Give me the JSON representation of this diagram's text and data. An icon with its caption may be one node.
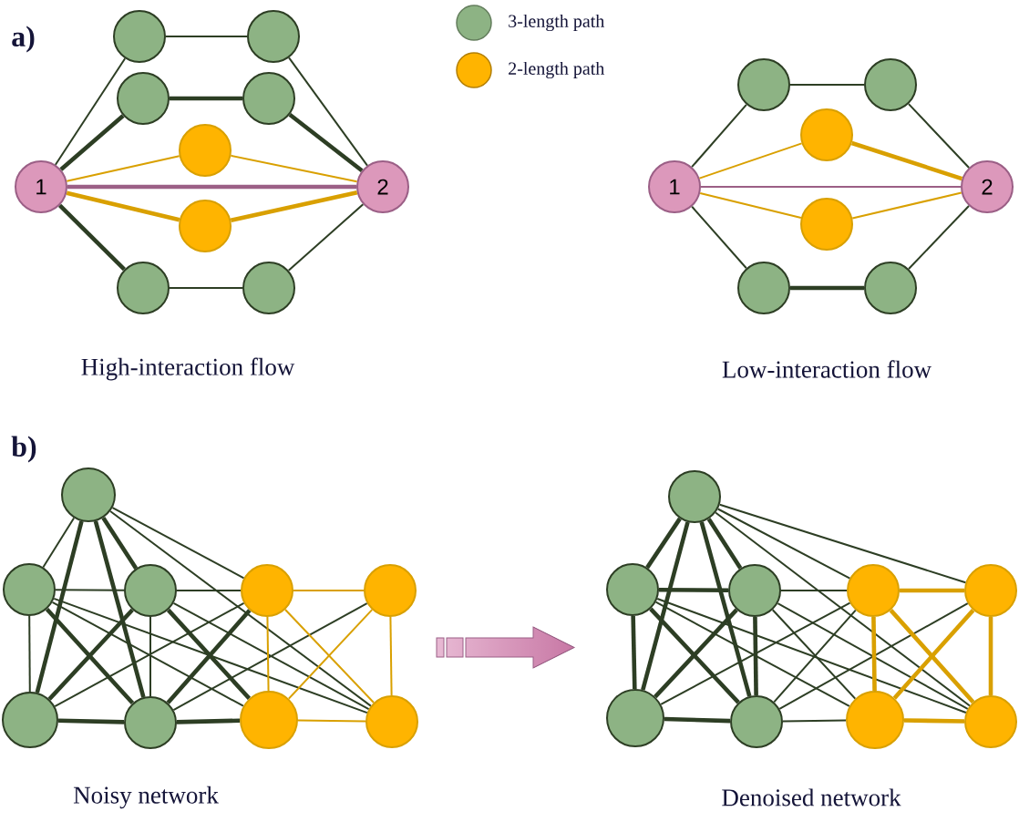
{
  "diagram": {
    "nodes": [
      {
        "text": [],
        "shape": "circle"
      },
      {
        "text": [],
        "shape": "circle"
      },
      {
        "text": [],
        "shape": "circle"
      },
      {
        "text": [],
        "shape": "circle"
      },
      {
        "text": [],
        "shape": "circle"
      },
      {
        "text": [
          "1"
        ]
      },
      {
        "text": [
          "2"
        ]
      },
      {
        "text": [],
        "shape": "circle"
      },
      {
        "text": [],
        "shape": "circle"
      },
      {
        "text": [],
        "shape": "circle"
      },
      {
        "text": [],
        "shape": "circle"
      },
      {
        "text": [],
        "shape": "circle"
      },
      {
        "text": [],
        "shape": "circle"
      },
      {
        "text": [
          "1"
        ]
      },
      {
        "text": [
          "2"
        ]
      },
      {
        "text": [],
        "shape": "circle"
      },
      {
        "text": [],
        "shape": "circle"
      },
      {
        "text": [],
        "shape": "circle"
      },
      {
        "text": [],
        "shape": "circle"
      },
      {
        "text": [],
        "shape": "circle"
      },
      {
        "text": [],
        "shape": "circle"
      },
      {
        "text": [],
        "shape": "circle"
      },
      {
        "text": [],
        "shape": "circle"
      },
      {
        "text": [],
        "shape": "circle"
      },
      {
        "text": [],
        "shape": "circle"
      },
      {
        "text": [],
        "shape": "circle"
      },
      {
        "text": [],
        "shape": "circle"
      },
      {
        "text": [],
        "shape": "circle"
      },
      {
        "text": [],
        "shape": "circle"
      },
      {
        "text": [],
        "shape": "circle"
      },
      {
        "text": [],
        "shape": "circle"
      },
      {
        "text": [],
        "shape": "circle"
      },
      {
        "text": [],
        "shape": "circle"
      },
      {
        "text": [],
        "shape": "circle"
      },
      {
        "text": [],
        "shape": "circle"
      },
      {
        "text": [],
        "shape": "circle"
      }
    ],
    "edges": [
      {
        "from": 5,
        "to": 0,
        "arrow": "none"
      },
      {
        "from": 0,
        "to": 1,
        "arrow": "none"
      },
      {
        "from": 1,
        "to": 6,
        "arrow": "none"
      },
      {
        "from": 5,
        "to": 2,
        "arrow": "none",
        "style": "thick"
      },
      {
        "from": 2,
        "to": 3,
        "arrow": "none",
        "style": "thick"
      },
      {
        "from": 3,
        "to": 6,
        "arrow": "none",
        "style": "thick"
      },
      {
        "from": 5,
        "to": 4,
        "arrow": "none",
        "color": "#d9a000"
      },
      {
        "from": 4,
        "to": 6,
        "arrow": "none",
        "color": "#d9a000"
      },
      {
        "from": 5,
        "to": 7,
        "arrow": "none",
        "style": "thick",
        "color": "#d9a000"
      },
      {
        "from": 7,
        "to": 6,
        "arrow": "none",
        "style": "thick",
        "color": "#d9a000"
      },
      {
        "from": 5,
        "to": 8,
        "arrow": "none",
        "style": "thick"
      },
      {
        "from": 8,
        "to": 9,
        "arrow": "none"
      },
      {
        "from": 9,
        "to": 6,
        "arrow": "none"
      },
      {
        "from": 5,
        "to": 6,
        "arrow": "none",
        "style": "thick",
        "color": "#9b5f86"
      },
      {
        "from": 13,
        "to": 10,
        "arrow": "none"
      },
      {
        "from": 10,
        "to": 11,
        "arrow": "none"
      },
      {
        "from": 11,
        "to": 14,
        "arrow": "none"
      },
      {
        "from": 13,
        "to": 12,
        "arrow": "none",
        "color": "#d9a000"
      },
      {
        "from": 12,
        "to": 14,
        "arrow": "none",
        "style": "thick",
        "color": "#d9a000"
      },
      {
        "from": 13,
        "to": 15,
        "arrow": "none",
        "color": "#d9a000"
      },
      {
        "from": 15,
        "to": 14,
        "arrow": "none",
        "color": "#d9a000"
      },
      {
        "from": 13,
        "to": 16,
        "arrow": "none"
      },
      {
        "from": 16,
        "to": 17,
        "arrow": "none",
        "style": "thick"
      },
      {
        "from": 17,
        "to": 14,
        "arrow": "none"
      },
      {
        "from": 13,
        "to": 14,
        "arrow": "none",
        "color": "#9b5f86"
      },
      {
        "from": 18,
        "to": 19,
        "arrow": "none"
      },
      {
        "from": 18,
        "to": 23,
        "arrow": "none",
        "style": "thick"
      },
      {
        "from": 18,
        "to": 24,
        "arrow": "none",
        "style": "thick"
      },
      {
        "from": 18,
        "to": 20,
        "arrow": "none",
        "style": "thick"
      },
      {
        "from": 18,
        "to": 21,
        "arrow": "none"
      },
      {
        "from": 18,
        "to": 26,
        "arrow": "none"
      },
      {
        "from": 19,
        "to": 20,
        "arrow": "none"
      },
      {
        "from": 19,
        "to": 23,
        "arrow": "none"
      },
      {
        "from": 19,
        "to": 24,
        "arrow": "none",
        "style": "thick"
      },
      {
        "from": 19,
        "to": 25,
        "arrow": "none"
      },
      {
        "from": 19,
        "to": 26,
        "arrow": "none"
      },
      {
        "from": 20,
        "to": 23,
        "arrow": "none",
        "style": "thick"
      },
      {
        "from": 20,
        "to": 24,
        "arrow": "none"
      },
      {
        "from": 20,
        "to": 21,
        "arrow": "none"
      },
      {
        "from": 20,
        "to": 25,
        "arrow": "none",
        "style": "thick"
      },
      {
        "from": 20,
        "to": 26,
        "arrow": "none"
      },
      {
        "from": 23,
        "to": 24,
        "arrow": "none",
        "style": "thick"
      },
      {
        "from": 23,
        "to": 21,
        "arrow": "none"
      },
      {
        "from": 24,
        "to": 21,
        "arrow": "none",
        "style": "thick"
      },
      {
        "from": 24,
        "to": 22,
        "arrow": "none"
      },
      {
        "from": 24,
        "to": 25,
        "arrow": "none",
        "style": "thick"
      },
      {
        "from": 21,
        "to": 22,
        "arrow": "none",
        "color": "#d9a000"
      },
      {
        "from": 21,
        "to": 25,
        "arrow": "none",
        "color": "#d9a000"
      },
      {
        "from": 21,
        "to": 26,
        "arrow": "none",
        "color": "#d9a000"
      },
      {
        "from": 22,
        "to": 25,
        "arrow": "none",
        "color": "#d9a000"
      },
      {
        "from": 22,
        "to": 26,
        "arrow": "none",
        "color": "#d9a000"
      },
      {
        "from": 25,
        "to": 26,
        "arrow": "none",
        "color": "#d9a000"
      },
      {
        "from": 27,
        "to": 28,
        "arrow": "none",
        "style": "thick"
      },
      {
        "from": 27,
        "to": 32,
        "arrow": "none",
        "style": "thick"
      },
      {
        "from": 27,
        "to": 33,
        "arrow": "none",
        "style": "thick"
      },
      {
        "from": 27,
        "to": 29,
        "arrow": "none",
        "style": "thick"
      },
      {
        "from": 27,
        "to": 30,
        "arrow": "none"
      },
      {
        "from": 27,
        "to": 31,
        "arrow": "none"
      },
      {
        "from": 27,
        "to": 35,
        "arrow": "none"
      },
      {
        "from": 28,
        "to": 29,
        "arrow": "none",
        "style": "thick"
      },
      {
        "from": 28,
        "to": 32,
        "arrow": "none",
        "style": "thick"
      },
      {
        "from": 28,
        "to": 33,
        "arrow": "none",
        "style": "thick"
      },
      {
        "from": 28,
        "to": 34,
        "arrow": "none"
      },
      {
        "from": 28,
        "to": 35,
        "arrow": "none"
      },
      {
        "from": 29,
        "to": 32,
        "arrow": "none",
        "style": "thick"
      },
      {
        "from": 29,
        "to": 33,
        "arrow": "none",
        "style": "thick"
      },
      {
        "from": 29,
        "to": 30,
        "arrow": "none"
      },
      {
        "from": 29,
        "to": 34,
        "arrow": "none"
      },
      {
        "from": 29,
        "to": 35,
        "arrow": "none"
      },
      {
        "from": 32,
        "to": 33,
        "arrow": "none",
        "style": "thick"
      },
      {
        "from": 32,
        "to": 30,
        "arrow": "none"
      },
      {
        "from": 33,
        "to": 30,
        "arrow": "none"
      },
      {
        "from": 33,
        "to": 31,
        "arrow": "none"
      },
      {
        "from": 33,
        "to": 34,
        "arrow": "none"
      },
      {
        "from": 30,
        "to": 31,
        "arrow": "none",
        "style": "thick",
        "color": "#d9a000"
      },
      {
        "from": 30,
        "to": 34,
        "arrow": "none",
        "style": "thick",
        "color": "#d9a000"
      },
      {
        "from": 30,
        "to": 35,
        "arrow": "none",
        "style": "thick",
        "color": "#d9a000"
      },
      {
        "from": 31,
        "to": 34,
        "arrow": "none",
        "style": "thick",
        "color": "#d9a000"
      },
      {
        "from": 31,
        "to": 35,
        "arrow": "none",
        "style": "thick",
        "color": "#d9a000"
      },
      {
        "from": 34,
        "to": 35,
        "arrow": "none",
        "style": "thick",
        "color": "#d9a000"
      }
    ],
    "labels": [
      "a)",
      "High-interaction flow",
      "Low-interaction flow",
      "b)",
      "Noisy network",
      "Denoised network"
    ],
    "legend": [
      {
        "text": "3-length path",
        "color": "#8db384"
      },
      {
        "text": "2-length path",
        "color": "#ffb400"
      }
    ]
  }
}
